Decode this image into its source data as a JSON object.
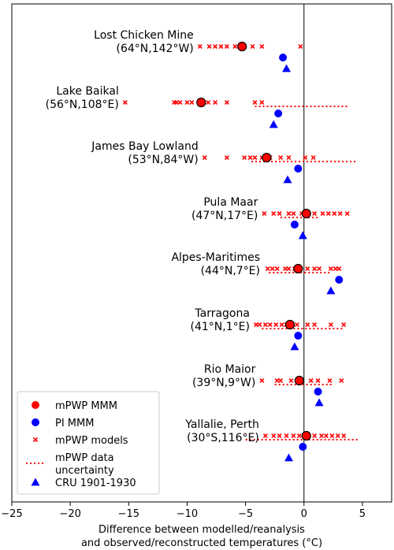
{
  "chart_data": {
    "type": "scatter",
    "title": "",
    "xlabel_lines": [
      "Difference between modelled/reanalysis",
      "and observed/reconstructed temperatures (°C)"
    ],
    "xlim": [
      -25,
      7.5
    ],
    "xticks": [
      -25,
      -20,
      -15,
      -10,
      -5,
      0,
      5
    ],
    "xtick_labels": [
      "−25",
      "−20",
      "−15",
      "−10",
      "−5",
      "0",
      "5"
    ],
    "grid": false,
    "legend_position": "bottom-left",
    "colors": {
      "mpwp": "#ff0000",
      "pi": "#0000ff",
      "cru": "#0000ff",
      "uncertainty": "#ff0000",
      "edge": "#000000"
    },
    "sites": [
      {
        "name": "Lost Chicken Mine",
        "coords": "(64°N,142°W)",
        "mpwp_mmm": -5.3,
        "pi_mmm": -1.8,
        "cru": -1.5,
        "uncertainty": null,
        "models": [
          -8.9,
          -8.1,
          -7.6,
          -7.1,
          -6.6,
          -5.9,
          -5.1,
          -4.4,
          -3.6,
          -0.3
        ]
      },
      {
        "name": "Lake Baikal",
        "coords": "(56°N,108°E)",
        "mpwp_mmm": -8.8,
        "pi_mmm": -2.2,
        "cru": -2.6,
        "uncertainty": [
          -4.2,
          3.9
        ],
        "models": [
          -15.3,
          -11.1,
          -10.9,
          -10.6,
          -10.0,
          -9.6,
          -8.2,
          -7.6,
          -6.6,
          -4.2,
          -3.6
        ]
      },
      {
        "name": "James Bay Lowland",
        "coords": "(53°N,84°W)",
        "mpwp_mmm": -3.2,
        "pi_mmm": -0.5,
        "cru": -1.4,
        "uncertainty": [
          -4.5,
          4.4
        ],
        "models": [
          -8.5,
          -6.6,
          -5.1,
          -4.6,
          -4.2,
          -3.6,
          -2.9,
          -2.0,
          -1.3,
          0.1,
          0.8
        ]
      },
      {
        "name": "Pula Maar",
        "coords": "(47°N,17°E)",
        "mpwp_mmm": 0.2,
        "pi_mmm": -0.8,
        "cru": -0.1,
        "uncertainty": [
          -2.0,
          1.3
        ],
        "models": [
          -3.4,
          -2.6,
          -2.1,
          -1.3,
          -0.9,
          -0.2,
          0.3,
          0.9,
          1.6,
          2.1,
          2.6,
          3.1,
          3.7
        ]
      },
      {
        "name": "Alpes-Maritimes",
        "coords": "(44°N,7°E)",
        "mpwp_mmm": -0.5,
        "pi_mmm": 3.0,
        "cru": 2.3,
        "uncertainty": [
          -3.0,
          2.2
        ],
        "models": [
          -3.1,
          -2.7,
          -2.3,
          -1.6,
          -1.3,
          -0.8,
          0.3,
          0.9,
          1.3,
          2.3,
          2.7,
          3.0
        ]
      },
      {
        "name": "Tarragona",
        "coords": "(41°N,1°E)",
        "mpwp_mmm": -1.2,
        "pi_mmm": -0.5,
        "cru": -0.8,
        "uncertainty": [
          -3.6,
          3.4
        ],
        "models": [
          -4.1,
          -3.8,
          -3.3,
          -2.9,
          -2.4,
          -1.9,
          -1.5,
          -0.6,
          0.3,
          0.9,
          2.3,
          3.4
        ]
      },
      {
        "name": "Rio Maior",
        "coords": "(39°N,9°W)",
        "mpwp_mmm": -0.4,
        "pi_mmm": 1.2,
        "cru": 1.3,
        "uncertainty": [
          -2.5,
          2.4
        ],
        "models": [
          -3.6,
          -2.3,
          -2.0,
          -1.1,
          -0.6,
          0.6,
          1.2,
          2.2,
          3.2
        ]
      },
      {
        "name": "Yallalie, Perth",
        "coords": "(30°S,116°E)",
        "mpwp_mmm": 0.2,
        "pi_mmm": -0.1,
        "cru": -1.3,
        "uncertainty": [
          -5.0,
          4.7
        ],
        "models": [
          -3.3,
          -2.6,
          -2.1,
          -1.5,
          -0.9,
          -0.4,
          0.9,
          1.5,
          1.9,
          2.4,
          2.9,
          3.4
        ]
      }
    ],
    "legend": [
      {
        "label": "mPWP MMM",
        "symbol": "circle-red"
      },
      {
        "label": "PI MMM",
        "symbol": "circle-blue"
      },
      {
        "label": "mPWP models",
        "symbol": "cross-red"
      },
      {
        "label": "mPWP data\nuncertainty",
        "symbol": "dotted-red"
      },
      {
        "label": "CRU 1901-1930",
        "symbol": "triangle-blue"
      }
    ]
  }
}
